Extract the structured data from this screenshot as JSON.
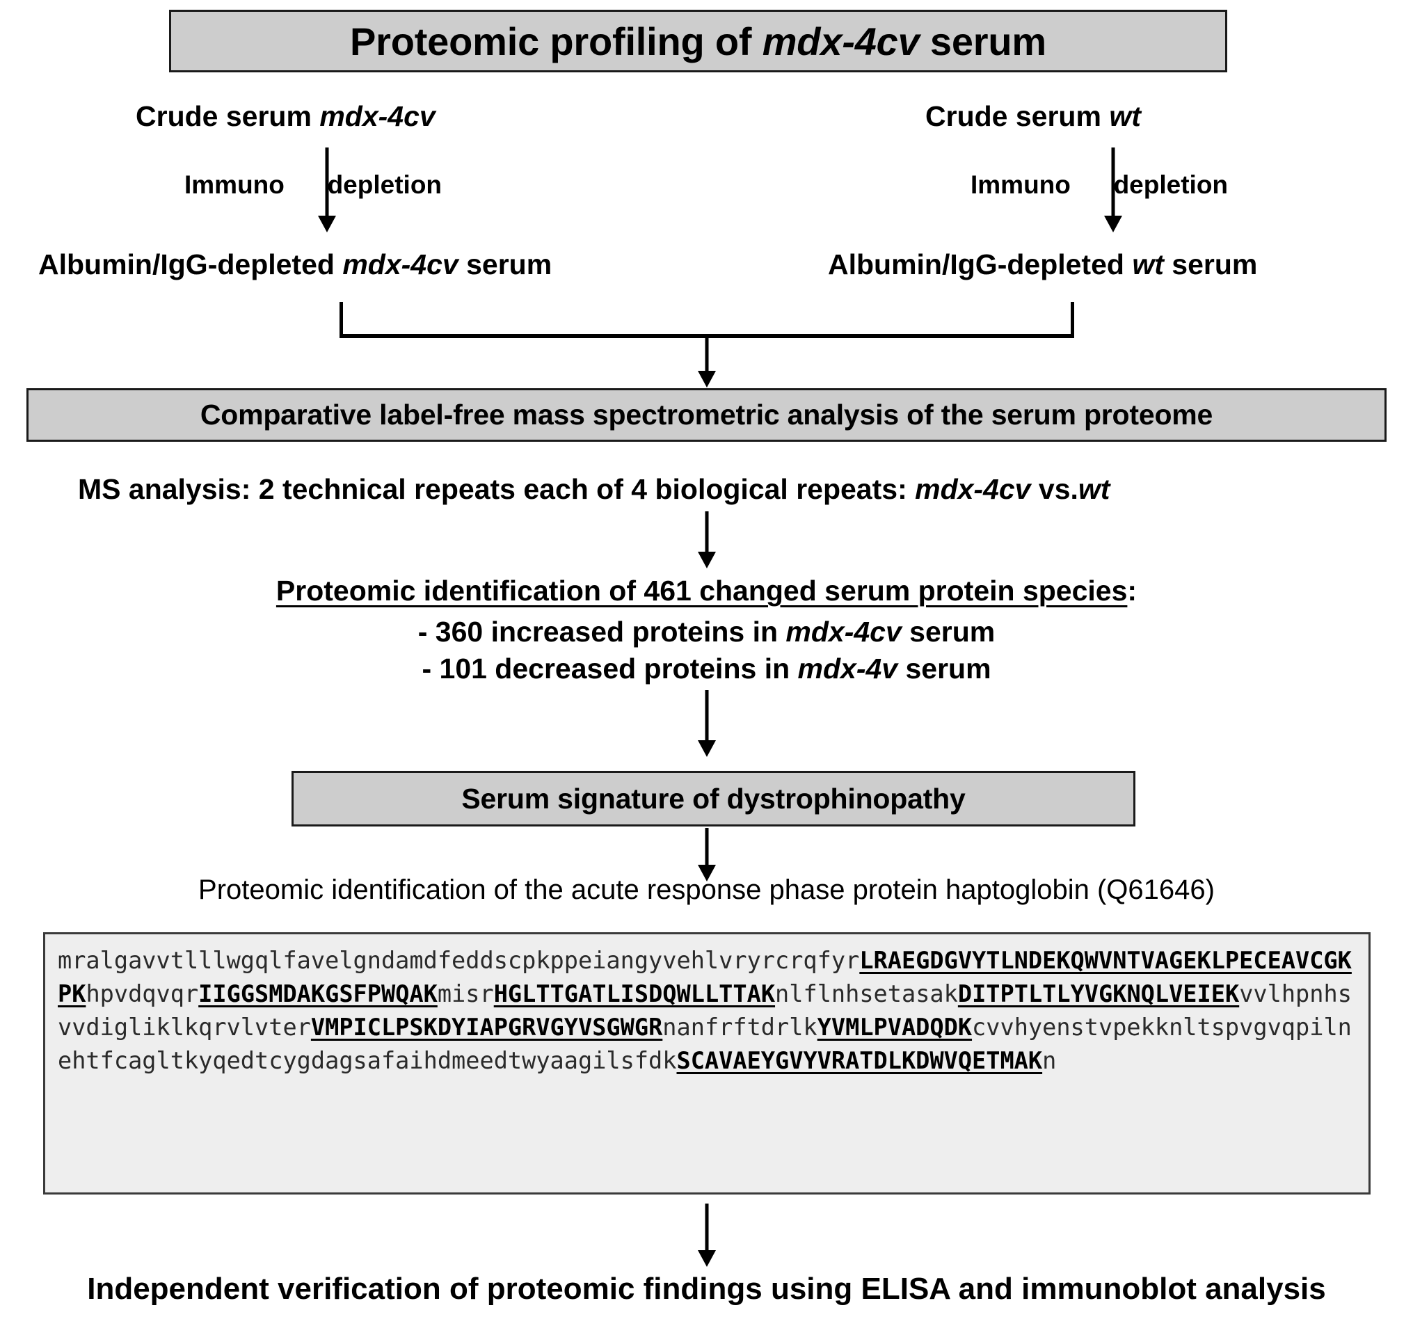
{
  "title": {
    "prefix": "Proteomic profiling of ",
    "italic": "mdx-4cv",
    "suffix": " serum"
  },
  "branches": {
    "left": {
      "source_prefix": "Crude serum ",
      "source_italic": "mdx-4cv",
      "step_pre": "Immuno",
      "step_post": "depletion",
      "result_prefix": "Albumin/IgG-depleted ",
      "result_italic": "mdx-4cv",
      "result_suffix": " serum"
    },
    "right": {
      "source_prefix": "Crude serum ",
      "source_italic": "wt",
      "step_pre": "Immuno",
      "step_post": "depletion",
      "result_prefix": "Albumin/IgG-depleted ",
      "result_italic": "wt",
      "result_suffix": " serum"
    }
  },
  "ms_box": {
    "label": "Comparative label-free mass spectrometric analysis of the serum proteome"
  },
  "ms_analysis": {
    "prefix": "MS analysis: 2 technical repeats each of 4 biological repeats: ",
    "italic_a": "mdx-4cv",
    "middle": " vs.",
    "italic_b": "wt"
  },
  "findings": {
    "heading": "Proteomic identification of 461 changed serum protein species",
    "heading_suffix": ":",
    "items": [
      {
        "prefix": "- 360 increased proteins in ",
        "italic": "mdx-4cv",
        "suffix": " serum"
      },
      {
        "prefix": "- 101 decreased proteins in ",
        "italic": "mdx-4v",
        "suffix": " serum"
      }
    ]
  },
  "signature_box": {
    "label": "Serum signature of dystrophinopathy"
  },
  "haptoglobin": {
    "caption": "Proteomic identification  of the acute response phase protein haptoglobin  (Q61646)",
    "accession": "Q61646",
    "sequence_segments": [
      {
        "text": "mralgavvtlllwgqlfavelgndamdfeddscpkppeiangyvehlvryrcrqfyr",
        "peptide": false
      },
      {
        "text": "LRAEGDGVYTLNDEKQWVNTVAGEKLPECEAVCGKPK",
        "peptide": true
      },
      {
        "text": "hpvdqvqr",
        "peptide": false
      },
      {
        "text": "IIGGSMDAKGSFPWQAK",
        "peptide": true
      },
      {
        "text": "misr",
        "peptide": false
      },
      {
        "text": "HGLTTGATLISDQWLLTTAK",
        "peptide": true
      },
      {
        "text": "nlflnhsetasak",
        "peptide": false
      },
      {
        "text": "DITPTLTLYVGKNQLVEIEK",
        "peptide": true
      },
      {
        "text": "vvlhpnhsvvdigliklkqrvlvter",
        "peptide": false
      },
      {
        "text": "VMPICLPSKDYIAPGRVGYVSGWGR",
        "peptide": true
      },
      {
        "text": "nanfrftdrlk",
        "peptide": false
      },
      {
        "text": "YVMLPVADQDK",
        "peptide": true
      },
      {
        "text": "cvvhyenstvpekknltspvgvqpilnehtfcagltkyqedtcygdagsafaihdmeedtwyaagilsfdk",
        "peptide": false
      },
      {
        "text": "SCAVAEYGVYVRATDLKDWVQETMAK",
        "peptide": true
      },
      {
        "text": "n",
        "peptide": false
      }
    ]
  },
  "verification": {
    "label": "Independent verification of proteomic findings using ELISA and immunoblot analysis"
  },
  "colors": {
    "box_fill": "#cdcdcd",
    "box_border": "#1a1a1a",
    "sequence_fill": "#eeeeee",
    "sequence_border": "#3a3a3a",
    "text": "#000000"
  }
}
